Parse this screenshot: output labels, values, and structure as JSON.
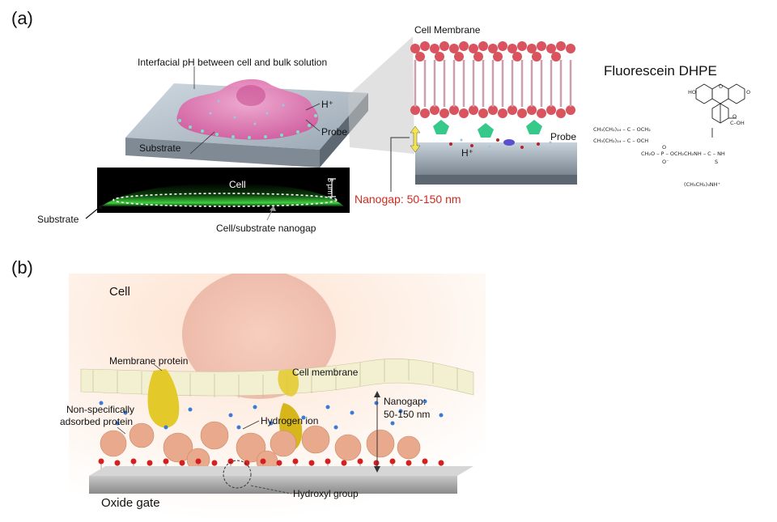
{
  "panel_a": {
    "label": "(a)",
    "interfacial_ph": "Interfacial pH between cell and bulk solution",
    "h_plus": "H⁺",
    "probe": "Probe",
    "substrate_on_slab": "Substrate",
    "cell_in_image": "Cell",
    "substrate_left": "Substrate",
    "nanogap_under_image": "Cell/substrate nanogap",
    "scale_bar": "5 μm",
    "cell_membrane": "Cell Membrane",
    "h_plus_zoom": "H⁺",
    "probe_zoom": "Probe",
    "nanogap_range": "Nanogap:  50-150 nm",
    "fluorescein_title": "Fluorescein DHPE",
    "chem": {
      "ho": "HO",
      "o_ring": "O",
      "o_keto": "O",
      "cooh": "C–OH",
      "cooh_o": "O",
      "chain1": "CH₃(CH₂)₁₄ – C – OCH₂",
      "chain2": "CH₃(CH₂)₁₄ – C – OCH",
      "phos": "CH₂O – P – OCH₂CH₂NH – C – NH",
      "phos_o": "O",
      "phos_ominus": "O⁻",
      "thio_s": "S",
      "counterion": "(CH₃CH₂)₃NH⁺"
    }
  },
  "panel_b": {
    "label": "(b)",
    "cell": "Cell",
    "membrane_protein": "Membrane protein",
    "cell_membrane": "Cell membrane",
    "nanogap_1": "Nanogap:",
    "nanogap_2": "50-150 nm",
    "nonspecific_1": "Non-specifically",
    "nonspecific_2": "adsorbed protein",
    "hydrogen_ion": "Hydrogen ion",
    "hydroxyl_group": "Hydroxyl group",
    "oxide_gate": "Oxide gate"
  },
  "colors": {
    "cell_pink": "#e67bb4",
    "lipid_red": "#d9545e",
    "probe_green": "#36c98a",
    "nanogap_red": "#d02a1e",
    "fluor_green": "#3fd13f",
    "arrow_yellow": "#f4e64a",
    "hydrogen_blue": "#3a7ad8",
    "hydroxyl_red": "#d42020",
    "protein_peach": "#e9a98c",
    "membrane_protein_yellow": "#e4c92a"
  }
}
